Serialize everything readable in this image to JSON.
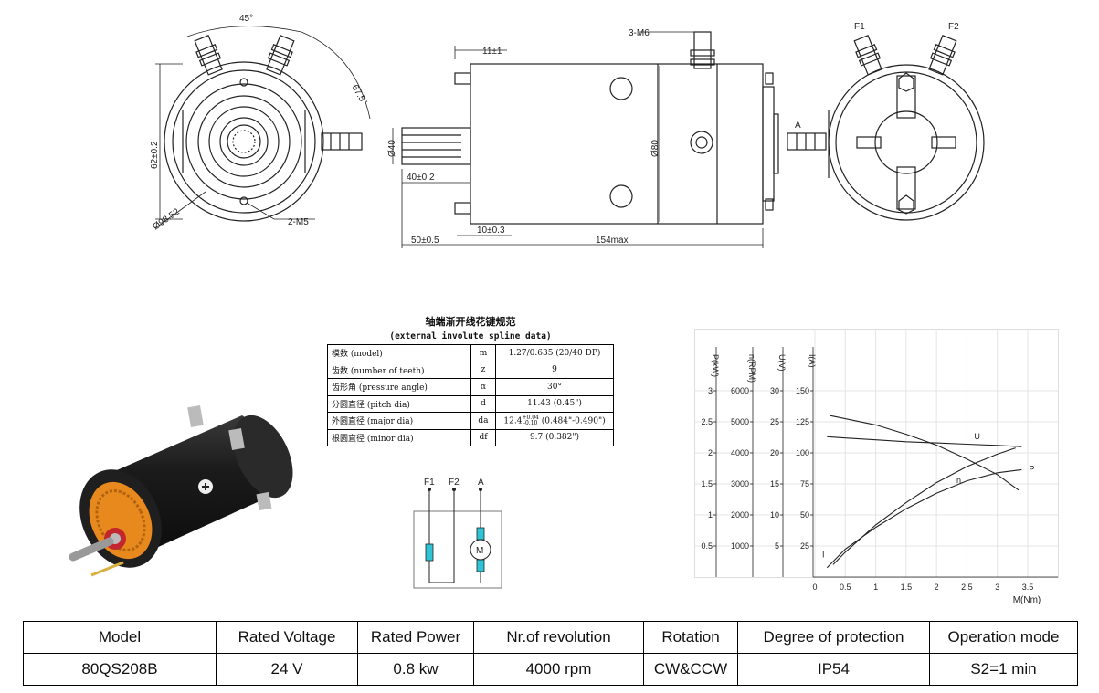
{
  "drawing": {
    "front_view": {
      "angle_45": "45°",
      "angle_67": "67.5°",
      "dim_62": "62±0.2",
      "dim_98": "Ø98.52",
      "screw": "2-M5"
    },
    "side_view": {
      "screw_3m6": "3-M6",
      "dim_11": "11±1",
      "dim_40dia": "Ø40",
      "dim_80dia": "Ø80",
      "dim_40": "40±0.2",
      "dim_10": "10±0.3",
      "dim_50": "50±0.5",
      "dim_154": "154max"
    },
    "rear_view": {
      "f1": "F1",
      "f2": "F2",
      "a": "A"
    }
  },
  "spline": {
    "title": "轴端渐开线花键规范",
    "subtitle": "(external involute spline data)",
    "rows": [
      {
        "name": "模数 (model)",
        "symbol": "m",
        "value": "1.27/0.635 (20/40 DP)"
      },
      {
        "name": "齿数 (number of teeth)",
        "symbol": "z",
        "value": "9"
      },
      {
        "name": "齿形角 (pressure angle)",
        "symbol": "α",
        "value": "30°"
      },
      {
        "name": "分圆直径 (pitch dia)",
        "symbol": "d",
        "value": "11.43 (0.45\")"
      },
      {
        "name": "外圆直径 (major dia)",
        "symbol": "da",
        "value_main": "12.4",
        "value_sup": "+0.04",
        "value_sub": "-0.10",
        "value_rest": "(0.484\"-0.490\")"
      },
      {
        "name": "根圆直径 (minor dia)",
        "symbol": "df",
        "value": "9.7 (0.382\")"
      }
    ]
  },
  "wiring": {
    "f1": "F1",
    "f2": "F2",
    "a": "A",
    "motor": "M"
  },
  "chart_data": {
    "type": "line",
    "xlabel": "M(Nm)",
    "x_ticks": [
      "0",
      "0.5",
      "1",
      "1.5",
      "2",
      "2.5",
      "3",
      "3.5"
    ],
    "xlim": [
      0,
      3.5
    ],
    "axes": [
      {
        "label": "P(kW)",
        "ticks": [
          "0.5",
          "1",
          "1.5",
          "2",
          "2.5",
          "3"
        ]
      },
      {
        "label": "n(RPM)",
        "ticks": [
          "1000",
          "2000",
          "3000",
          "4000",
          "5000",
          "6000"
        ]
      },
      {
        "label": "U(V)",
        "ticks": [
          "5",
          "10",
          "15",
          "20",
          "25",
          "30"
        ]
      },
      {
        "label": "I(A)",
        "ticks": [
          "25",
          "50",
          "75",
          "100",
          "125",
          "150"
        ]
      }
    ],
    "series": [
      {
        "name": "U",
        "axis": "U(V)",
        "x": [
          0.2,
          0.5,
          1,
          1.5,
          2,
          2.5,
          3,
          3.4
        ],
        "y": [
          22.6,
          22.4,
          22.1,
          21.8,
          21.6,
          21.4,
          21.2,
          21.0
        ]
      },
      {
        "name": "n",
        "axis": "n(RPM)",
        "x": [
          0.25,
          0.5,
          1,
          1.5,
          2,
          2.5,
          3,
          3.35
        ],
        "y": [
          5200,
          5100,
          4900,
          4600,
          4250,
          3800,
          3300,
          2800
        ]
      },
      {
        "name": "P",
        "axis": "P(kW)",
        "x": [
          0.2,
          0.5,
          1,
          1.5,
          2,
          2.5,
          3,
          3.4
        ],
        "y": [
          0.15,
          0.45,
          0.8,
          1.1,
          1.35,
          1.55,
          1.68,
          1.73
        ]
      },
      {
        "name": "I",
        "axis": "I(A)",
        "x": [
          0.3,
          0.5,
          1,
          1.5,
          2,
          2.5,
          3,
          3.3
        ],
        "y": [
          10,
          20,
          42,
          60,
          76,
          89,
          99,
          104
        ]
      }
    ]
  },
  "spec": {
    "headers": [
      "Model",
      "Rated Voltage",
      "Rated Power",
      "Nr.of revolution",
      "Rotation",
      "Degree of protection",
      "Operation mode"
    ],
    "values": [
      "80QS208B",
      "24 V",
      "0.8 kw",
      "4000 rpm",
      "CW&CCW",
      "IP54",
      "S2=1 min"
    ]
  },
  "colors": {
    "accent_cyan": "#2ec4d6",
    "motor_body": "#1b1b1b",
    "winding": "#e8891e"
  }
}
